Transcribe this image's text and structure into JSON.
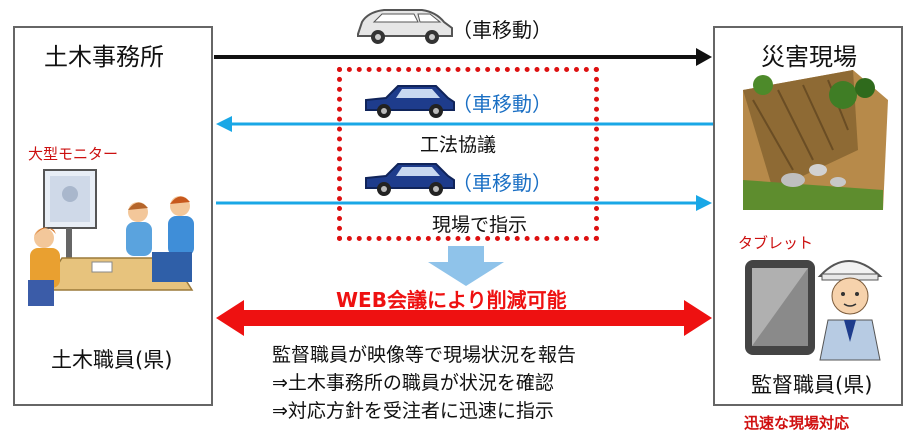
{
  "left_panel": {
    "title": "土木事務所",
    "monitor_label": "大型モニター",
    "staff_label": "土木職員(県)"
  },
  "right_panel": {
    "title": "災害現場",
    "tablet_label": "タブレット",
    "staff_label": "監督職員(県)"
  },
  "top_trip": {
    "label": "（車移動）"
  },
  "dotted_box": {
    "trip1_label": "（車移動）",
    "discussion_label": "工法協議",
    "trip2_label": "（車移動）",
    "instruction_label": "現場で指示"
  },
  "web_meeting_label": "WEB会議により削減可能",
  "report_lines": [
    "監督職員が映像等で現場状況を報告",
    "⇒土木事務所の職員が状況を確認",
    "⇒対応方針を受注者に迅速に指示"
  ],
  "bottom_note": "迅速な現場対応",
  "colors": {
    "black_arrow": "#111111",
    "blue_arrow": "#19a7e6",
    "red_arrow": "#ee1111",
    "dotted_box": "#dd1111",
    "car_blue": "#1e3c8c",
    "down_arrow": "#8fc3ea"
  },
  "icons": [
    "silver-car-icon",
    "blue-car-icon",
    "meeting-room-icon",
    "landslide-icon",
    "tablet-worker-icon"
  ]
}
